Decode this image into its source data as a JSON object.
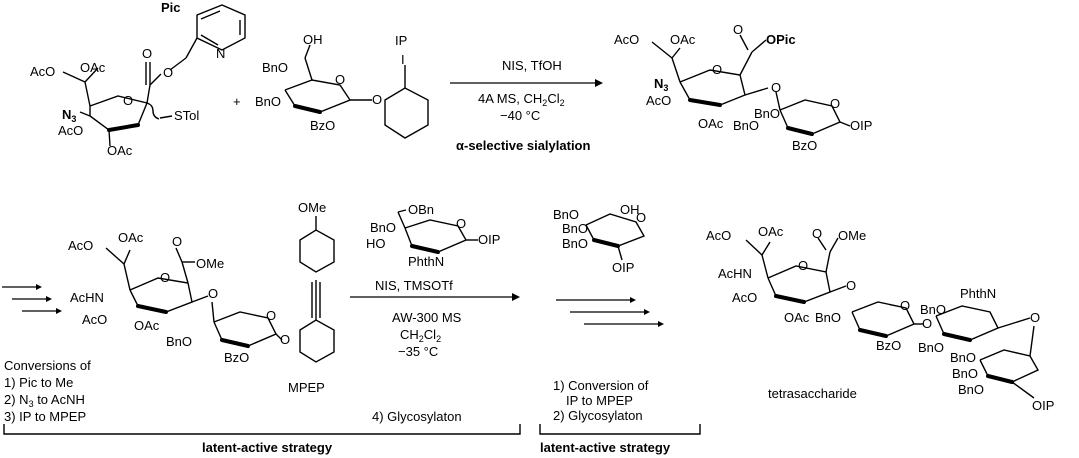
{
  "top": {
    "pic_label": "Pic",
    "ip_label": "IP",
    "plus": "+",
    "donor": {
      "aco_top": "AcO",
      "oac_top": "OAc",
      "n3": "N3",
      "aco_left": "AcO",
      "oac_bottom": "OAc",
      "stol": "STol",
      "o_ring": "O",
      "o_ester": "O",
      "o_carbonyl": "O"
    },
    "acceptor": {
      "oh": "OH",
      "bno_top": "BnO",
      "bno_left": "BnO",
      "bzo": "BzO",
      "o_ring": "O",
      "o_aryl": "O",
      "iodo": "I"
    },
    "conditions": {
      "line1": "NIS, TfOH",
      "line2": "4A MS, CH2Cl2",
      "line3": "−40 °C"
    },
    "caption": "α-selective sialylation",
    "product": {
      "aco": "AcO",
      "oac": "OAc",
      "opic": "OPic",
      "n3": "N3",
      "aco2": "AcO",
      "oac2": "OAc",
      "bno": "BnO",
      "bno2": "BnO",
      "bzo": "BzO",
      "oip": "OIP",
      "o1": "O",
      "o2": "O",
      "o3": "O",
      "o4": "O"
    }
  },
  "bottom": {
    "intermediate": {
      "aco": "AcO",
      "oac": "OAc",
      "ome": "OMe",
      "acnh": "AcHN",
      "aco2": "AcO",
      "oac2": "OAc",
      "bno": "BnO",
      "bzo": "BzO",
      "o1": "O",
      "o2": "O",
      "o3": "O",
      "o4": "O",
      "o5": "O"
    },
    "ome_top": "OMe",
    "mpep_label": "MPEP",
    "conversions": [
      "Conversions of",
      "1) Pic to Me",
      "2) N3 to AcNH",
      "3) IP to MPEP"
    ],
    "glycosylation_step": "4) Glycosylaton",
    "acceptor2": {
      "obn": "OBn",
      "bno": "BnO",
      "hno": "HO",
      "oip": "OIP",
      "phthn": "PhthN",
      "o": "O"
    },
    "conditions2": {
      "line1": "NIS, TMSOTf",
      "line2": "AW-300 MS",
      "line3": "CH2Cl2",
      "line4": "−35 °C"
    },
    "mannose": {
      "bno1": "BnO",
      "bno2": "BnO",
      "bno3": "BnO",
      "oh": "OH",
      "o": "O",
      "oip": "OIP"
    },
    "steps2": [
      "1) Conversion of",
      "IP to MPEP",
      "2) Glycosylaton"
    ],
    "strategy_label_1": "latent-active strategy",
    "strategy_label_2": "latent-active strategy",
    "product_label": "tetrasaccharide",
    "tetra": {
      "aco": "AcO",
      "oac": "OAc",
      "ome": "OMe",
      "acnh": "AcHN",
      "aco2": "AcO",
      "oac2": "OAc",
      "bno1": "BnO",
      "bzo": "BzO",
      "bno2": "BnO",
      "phthn": "PhthN",
      "bno3": "BnO",
      "bno4": "BnO",
      "bno5": "BnO",
      "bno6": "BnO",
      "oip": "OIP",
      "o1": "O",
      "o2": "O",
      "o3": "O",
      "o4": "O",
      "o5": "O",
      "o6": "O"
    }
  }
}
